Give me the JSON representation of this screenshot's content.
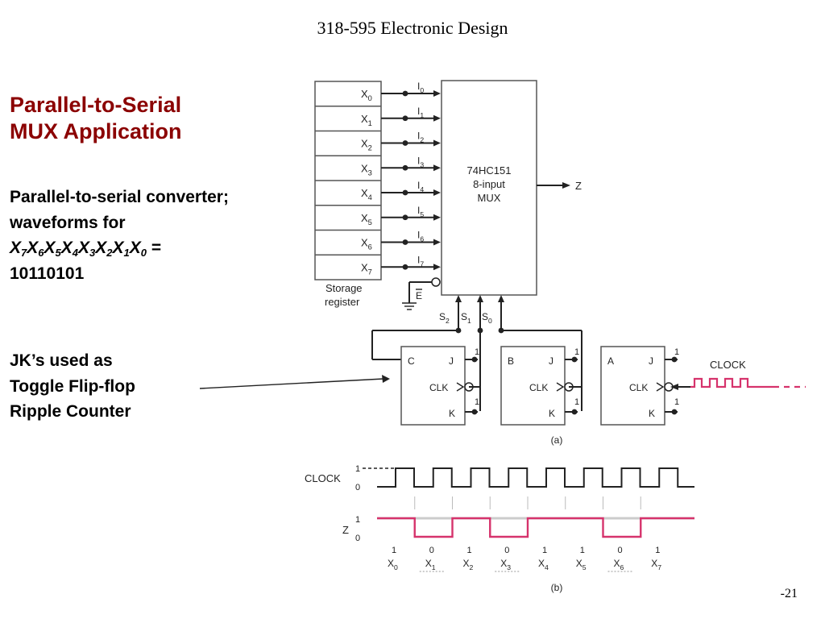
{
  "header": {
    "title": "318-595 Electronic Design"
  },
  "slide": {
    "title_line1": "Parallel-to-Serial",
    "title_line2": "MUX Application",
    "desc_line1": "Parallel-to-serial converter;",
    "desc_line2": "waveforms for",
    "desc_eq": "=",
    "desc_line4": "10110101",
    "note_line1": "JK’s used as",
    "note_line2": "Toggle Flip-flop",
    "note_line3": "Ripple Counter",
    "page_number": "-21"
  },
  "diagram": {
    "register": {
      "cells": [
        "X0",
        "X1",
        "X2",
        "X3",
        "X4",
        "X5",
        "X6",
        "X7"
      ],
      "label_line1": "Storage",
      "label_line2": "register"
    },
    "mux": {
      "inputs": [
        "I0",
        "I1",
        "I2",
        "I3",
        "I4",
        "I5",
        "I6",
        "I7"
      ],
      "name_line1": "74HC151",
      "name_line2": "8-input",
      "name_line3": "MUX",
      "output": "Z",
      "enable": "E",
      "selects": [
        "S2",
        "S1",
        "S0"
      ]
    },
    "flipflops": [
      {
        "name": "C",
        "j": "J",
        "clk": "CLK",
        "k": "K",
        "j_value": "1",
        "k_value": "1"
      },
      {
        "name": "B",
        "j": "J",
        "clk": "CLK",
        "k": "K",
        "j_value": "1",
        "k_value": "1"
      },
      {
        "name": "A",
        "j": "J",
        "clk": "CLK",
        "k": "K",
        "j_value": "1",
        "k_value": "1"
      }
    ],
    "clock_label": "CLOCK",
    "caption_a": "(a)",
    "waveforms": {
      "clock_label": "CLOCK",
      "clock_high": "1",
      "clock_low": "0",
      "z_label": "Z",
      "z_high": "1",
      "z_low": "0",
      "z_bits": [
        "1",
        "0",
        "1",
        "0",
        "1",
        "1",
        "0",
        "1"
      ],
      "x_labels": [
        "X0",
        "X1",
        "X2",
        "X3",
        "X4",
        "X5",
        "X6",
        "X7"
      ],
      "caption_b": "(b)"
    },
    "colors": {
      "clock_wave": "#d6336c",
      "z_wave": "#d6336c"
    }
  }
}
